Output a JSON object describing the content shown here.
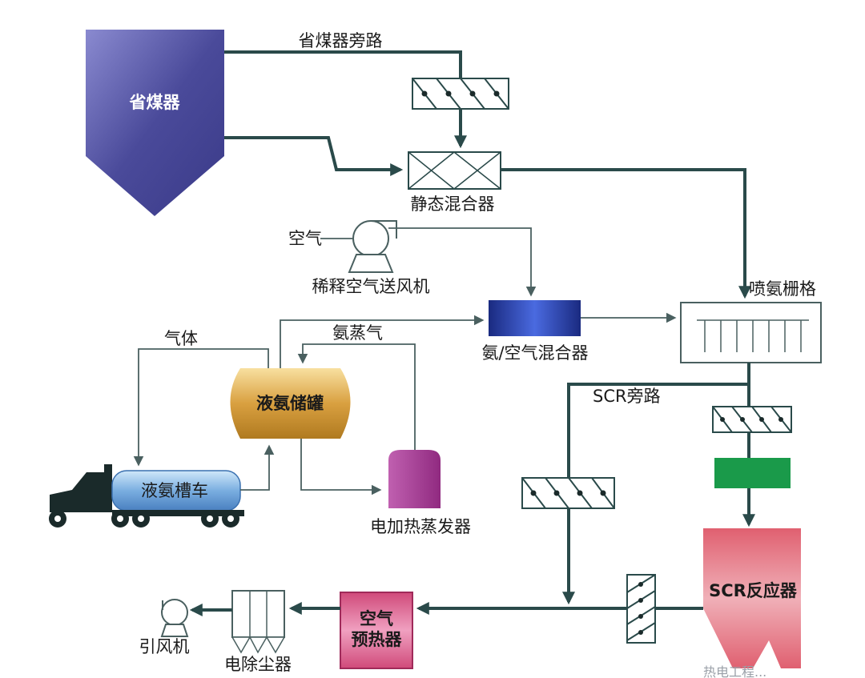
{
  "labels": {
    "economizer": "省煤器",
    "economizer_bypass": "省煤器旁路",
    "static_mixer": "静态混合器",
    "air": "空气",
    "dilution_fan": "稀释空气送风机",
    "ammonia_grid": "喷氨栅格",
    "gas": "气体",
    "ammonia_vapor": "氨蒸气",
    "ammonia_air_mixer": "氨/空气混合器",
    "liquid_ammonia_tank": "液氨储罐",
    "scr_bypass": "SCR旁路",
    "tank_truck": "液氨槽车",
    "electric_evaporator": "电加热蒸发器",
    "scr_reactor": "SCR反应器",
    "air_preheater_line1": "空气",
    "air_preheater_line2": "预热器",
    "induced_fan": "引风机",
    "precipitator": "电除尘器",
    "watermark": "热电工程..."
  },
  "colors": {
    "economizer": "#5a5aa8",
    "mixer_blue": "#2a3aa0",
    "tank_gold": "#d9a040",
    "truck_blue": "#7aaee0",
    "evaporator_purple": "#b03a90",
    "green_block": "#1a9a4a",
    "scr_red": "#d84a60",
    "preheater_red": "#c83a6a",
    "pipe": "#2a4a4a"
  }
}
